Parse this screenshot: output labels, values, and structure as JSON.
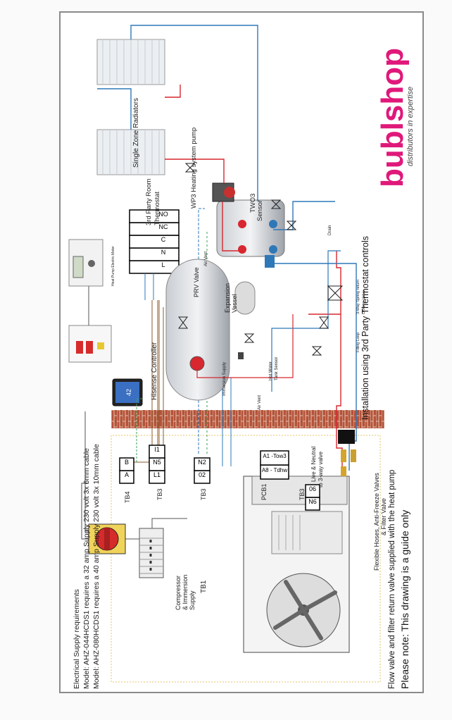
{
  "brand": {
    "name": "bublshop",
    "tagline": "distributors in expertise",
    "color": "#e0187a"
  },
  "notes": {
    "elec_title": "Electrical Supply requirements",
    "elec_line1": "Model: AHZ-044HCDS1 requires a 32 amp Supply 230 volt 3x 6mm cable",
    "elec_line2": "Model: AHZ-080HCDS1 requires a 40 amp Supply 230 volt 3x 10mm cable",
    "flow_valve": "Flow valve and filter return valve supplied with the heat pump",
    "guide": "Please note: This drawing is a guide only",
    "install": "Installation using 3rd Party Thermostat controls"
  },
  "labels": {
    "radiators": "Single Zone Radiators",
    "wp3": "WP3 Heating system pump",
    "two3": "TWO3",
    "sensor": "Sensor",
    "thermo1": "3rd Party Room",
    "thermo2": "Thermostat",
    "air_vent": "Air Vent",
    "drain": "Drain",
    "prv": "PRV Valve",
    "expansion1": "Expansion",
    "expansion2": "Vessel",
    "diverter1": "3-Way Spring return",
    "diverter2": "Diverter Valve",
    "filling_loop": "Filling Loop",
    "hot_water1": "Hot Water",
    "hot_water2": "Tank Sensor",
    "immersion": "Immersion Supply",
    "air_vent2": "Air Vent",
    "meter": "Heat Pump Electric Meter",
    "controller": "Hisense Controller",
    "compressor1": "Compressor",
    "compressor2": "& Immersion",
    "compressor3": "Supply",
    "tb1": "TB1",
    "tb3a": "TB3",
    "tb3b": "TB3",
    "tb3c": "TB3",
    "tb4": "TB4",
    "pcb1": "PCB1",
    "live_neutral1": "Live & Neutral",
    "live_neutral2": "to 3-way valve",
    "flex1": "Flexible Hoses, Anti-Freeze Valves",
    "flex2": "& Filter Valve",
    "controller_temp": "42"
  },
  "terminals": {
    "thermostat": [
      "L",
      "N",
      "C",
      "NC",
      "NO"
    ],
    "tb4": [
      "A",
      "B"
    ],
    "tb3_power": [
      "L1",
      "N5",
      "I1"
    ],
    "tb3_o2": [
      "02",
      "N2"
    ],
    "pcb1": [
      "A8 - Tdhw",
      "A1 -Tow3"
    ],
    "tb3_valve": [
      "N6",
      "06"
    ]
  },
  "colors": {
    "flow": "#d8272f",
    "return": "#2f78b8",
    "wire": "#2f78b8",
    "brown": "#8b5a2b",
    "green_dash": "#3aa35a",
    "yellow_dash": "#d8c848",
    "tank": "#9aa0a8"
  }
}
